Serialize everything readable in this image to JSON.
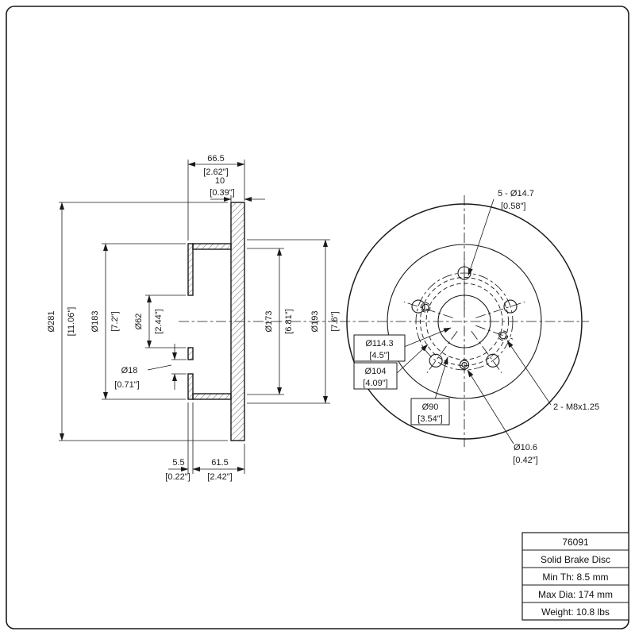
{
  "page": {
    "background": "#ffffff",
    "line_color": "#1a1a1a"
  },
  "section_view": {
    "dim_width_mm": "66.5",
    "dim_width_in": "[2.62\"]",
    "dim_thickness_mm": "10",
    "dim_thickness_in": "[0.39\"]",
    "dim_outer_dia_mm": "Ø281",
    "dim_outer_dia_in": "[11.06\"]",
    "dim_hat_dia_mm": "Ø183",
    "dim_hat_dia_in": "[7.2\"]",
    "dim_bore_dia_mm": "Ø62",
    "dim_bore_dia_in": "[2.44\"]",
    "dim_hole_dia_mm": "Ø18",
    "dim_hole_dia_in": "[0.71\"]",
    "dim_inner_dia_mm": "Ø173",
    "dim_inner_dia_in": "[6.81\"]",
    "dim_outer2_dia_mm": "Ø193",
    "dim_outer2_dia_in": "[7.6\"]",
    "dim_hat_depth_mm": "5.5",
    "dim_hat_depth_in": "[0.22\"]",
    "dim_inset_mm": "61.5",
    "dim_inset_in": "[2.42\"]"
  },
  "front_view": {
    "label_lug_holes_mm": "5 - Ø14.7",
    "label_lug_holes_in": "[0.58\"]",
    "label_bolt_circle_mm": "Ø114.3",
    "label_bolt_circle_in": "[4.5\"]",
    "label_dia104_mm": "Ø104",
    "label_dia104_in": "[4.09\"]",
    "label_dia90_mm": "Ø90",
    "label_dia90_in": "[3.54\"]",
    "label_thread": "2 - M8x1.25",
    "label_small_hole_mm": "Ø10.6",
    "label_small_hole_in": "[0.42\"]"
  },
  "title_block": {
    "part_number": "76091",
    "product_type": "Solid Brake Disc",
    "min_thickness": "Min Th: 8.5 mm",
    "max_diameter": "Max Dia: 174 mm",
    "weight": "Weight: 10.8 lbs"
  }
}
